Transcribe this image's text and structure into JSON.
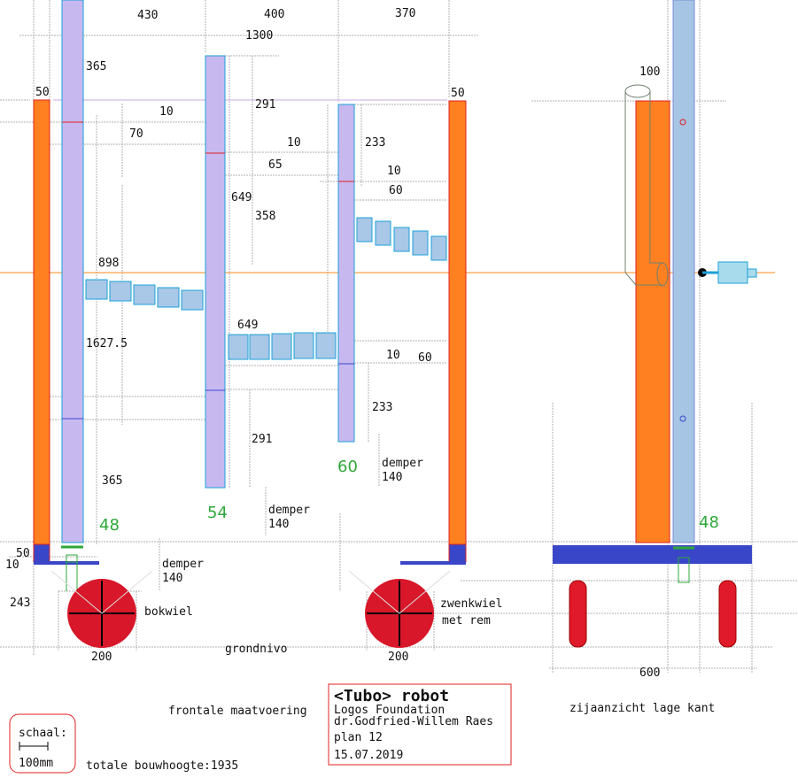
{
  "front": {
    "d430": "430",
    "d400": "400",
    "d370": "370",
    "d1300": "1300",
    "d50_left": "50",
    "d50_right": "50",
    "d365_top": "365",
    "d365_bottom": "365",
    "d10_a": "10",
    "d70": "70",
    "d291_top": "291",
    "d291_bottom": "291",
    "d10_b": "10",
    "d65": "65",
    "d649_a": "649",
    "d358": "358",
    "d233_top": "233",
    "d233_bottom": "233",
    "d10_c": "10",
    "d60_a": "60",
    "d898": "898",
    "d1627": "1627.5",
    "d649_b": "649",
    "d10_d": "10",
    "d60_b": "60",
    "tube48": "48",
    "tube54": "54",
    "tube60": "60",
    "demper1": "demper",
    "demper1_val": "140",
    "demper2": "demper",
    "demper2_val": "140",
    "demper3": "demper",
    "demper3_val": "140",
    "d50_base": "50",
    "d10_base": "10",
    "d243": "243",
    "bokwiel": "bokwiel",
    "zwenkwiel": "zwenkwiel",
    "met_rem": "met rem",
    "grondnivo": "grondnivo",
    "wheel_200_a": "200",
    "wheel_200_b": "200",
    "caption": "frontale maatvoering",
    "total_height": "totale bouwhoogte:1935"
  },
  "side": {
    "d100": "100",
    "tube48": "48",
    "d600": "600",
    "caption": "zijaanzicht lage kant"
  },
  "scale": {
    "label": "schaal:",
    "value": "100mm"
  },
  "titleblock": {
    "title": "<Tubo> robot",
    "org": "Logos Foundation",
    "author": "dr.Godfried-Willem Raes",
    "plan": "plan 12",
    "date": "15.07.2019"
  },
  "colors": {
    "frame": "#ff8020",
    "tube": "#c7b8ef",
    "wheel": "#d8182a",
    "base": "#3a46c8",
    "dim_green": "#2ea83a"
  }
}
